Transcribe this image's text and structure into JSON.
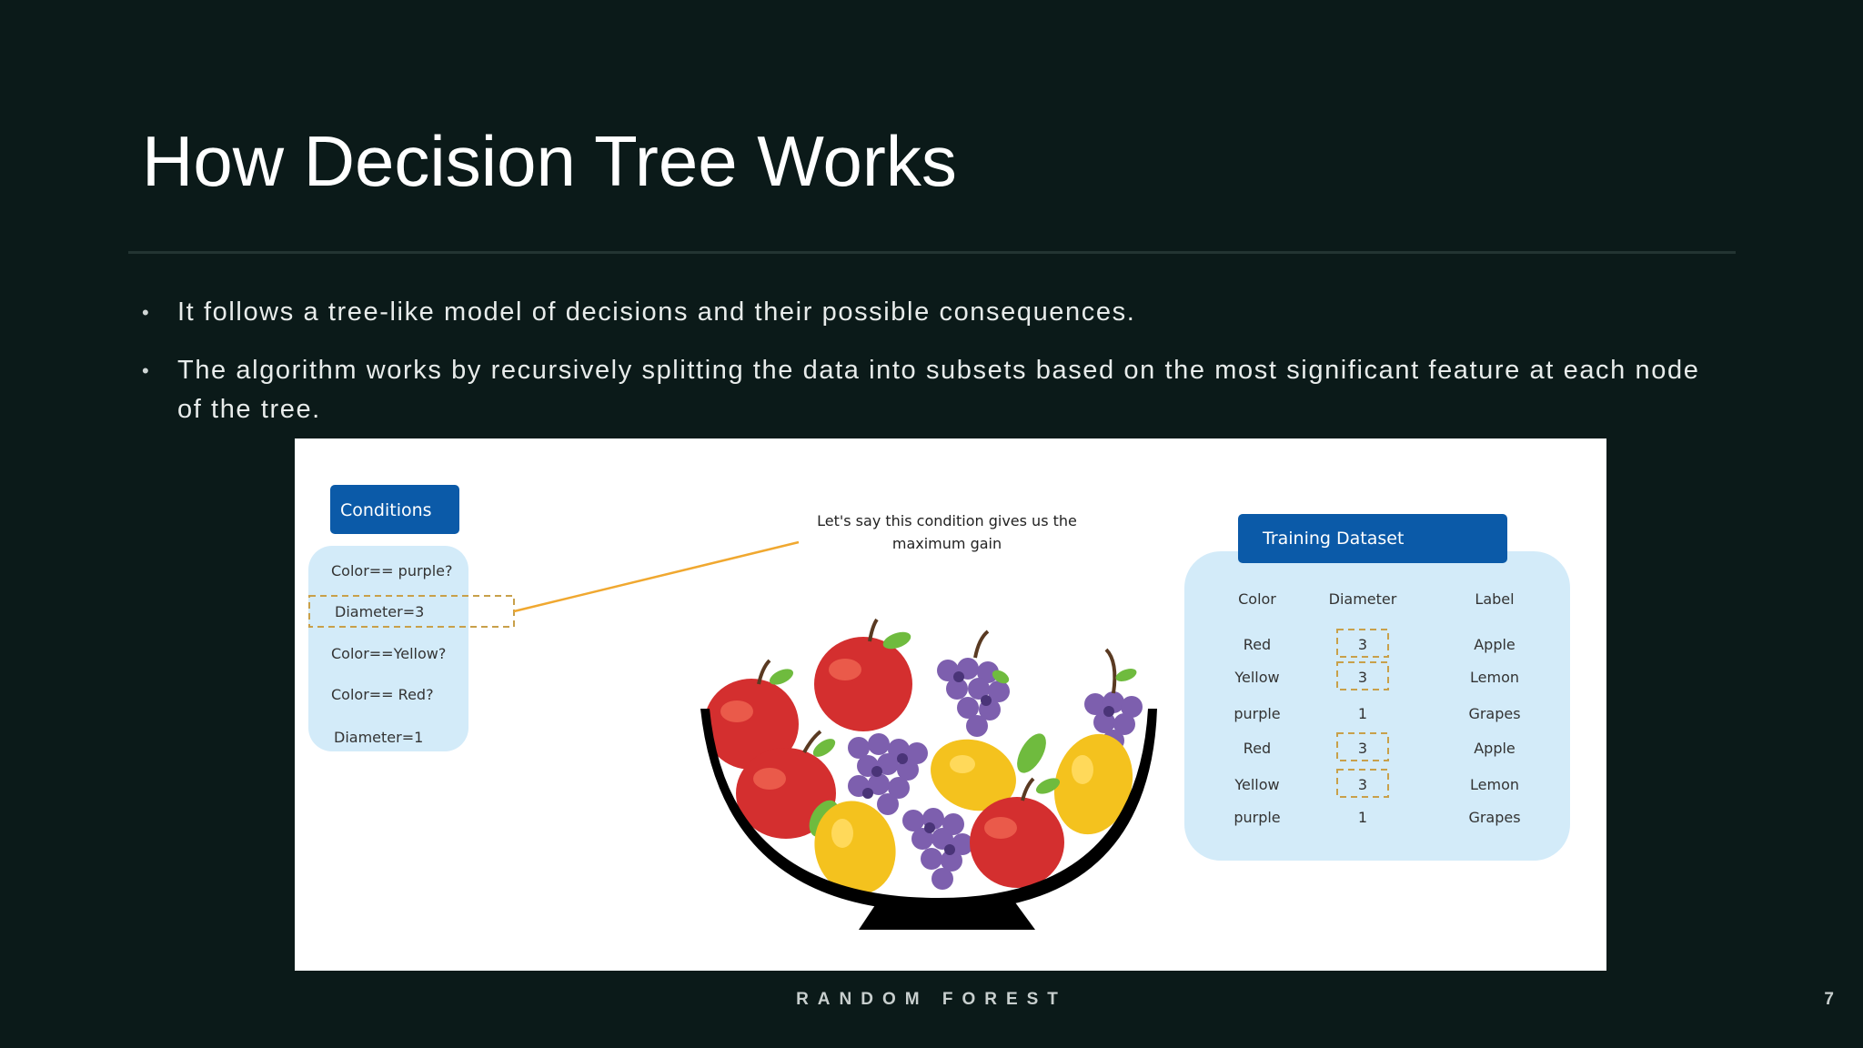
{
  "slide": {
    "title": "How Decision Tree Works",
    "bullets": [
      "It follows a tree-like model of decisions and their possible consequences.",
      "The algorithm works by recursively splitting the data into subsets based on the most significant feature at each node of the tree."
    ],
    "footer": "RANDOM FOREST",
    "page_number": "7"
  },
  "figure": {
    "conditions_header": "Conditions",
    "conditions": [
      "Color== purple?",
      "Diameter=3",
      "Color==Yellow?",
      "Color== Red?",
      "Diameter=1"
    ],
    "callout_line1": "Let's say this condition gives us the",
    "callout_line2": "maximum gain",
    "dataset_header": "Training Dataset",
    "columns": [
      "Color",
      "Diameter",
      "Label"
    ],
    "rows": [
      [
        "Red",
        "3",
        "Apple"
      ],
      [
        "Yellow",
        "3",
        "Lemon"
      ],
      [
        "purple",
        "1",
        "Grapes"
      ],
      [
        "Red",
        "3",
        "Apple"
      ],
      [
        "Yellow",
        "3",
        "Lemon"
      ],
      [
        "purple",
        "1",
        "Grapes"
      ]
    ],
    "colors": {
      "header_blue": "#0b5aa8",
      "panel_blue": "#d3ebf9",
      "highlight_dash": "#c8a04a",
      "callout_line": "#f0a830"
    }
  }
}
